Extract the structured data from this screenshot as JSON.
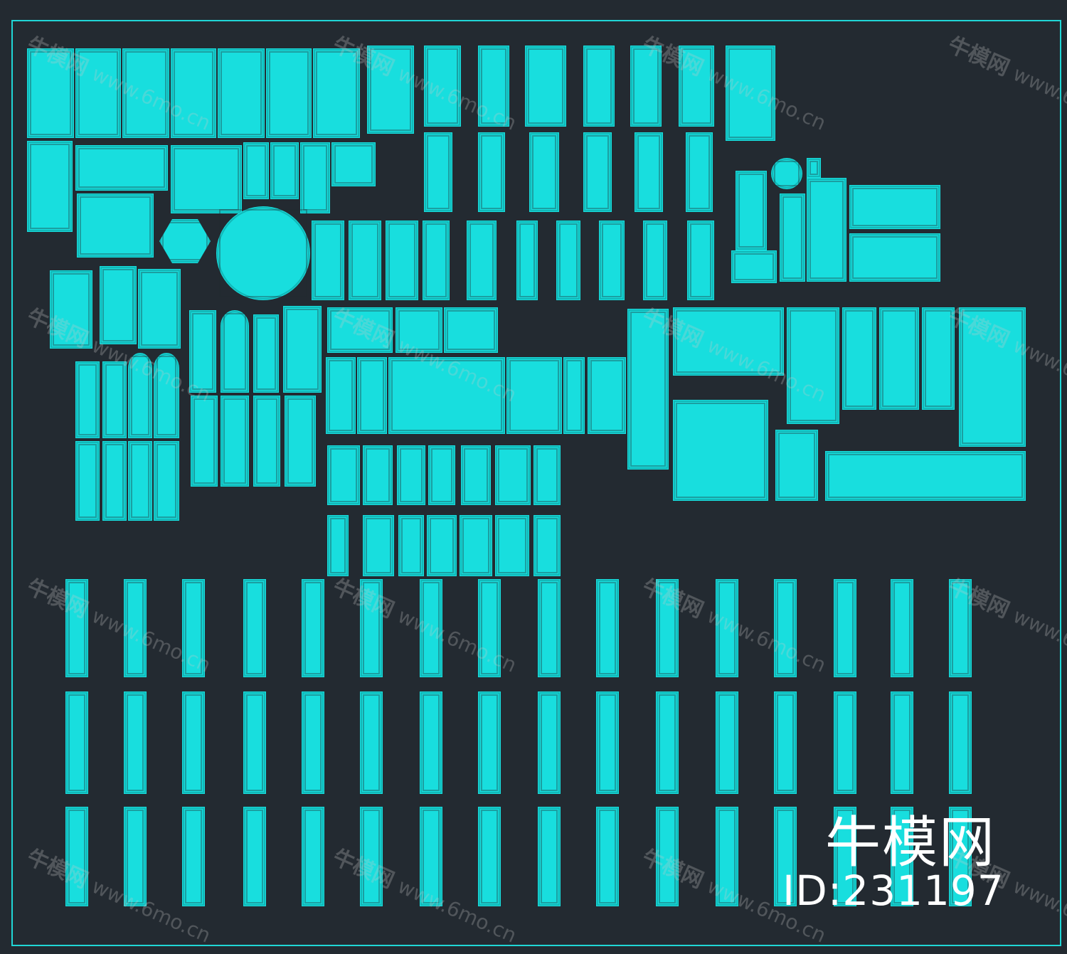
{
  "watermark": {
    "site_name": "牛模网",
    "url": "www.6mo.cn"
  },
  "logo": {
    "text": "牛模网"
  },
  "asset": {
    "id_label": "ID:231197"
  },
  "colors": {
    "background": "#232a31",
    "panel": "#18dede",
    "frame": "#20d6d6"
  }
}
